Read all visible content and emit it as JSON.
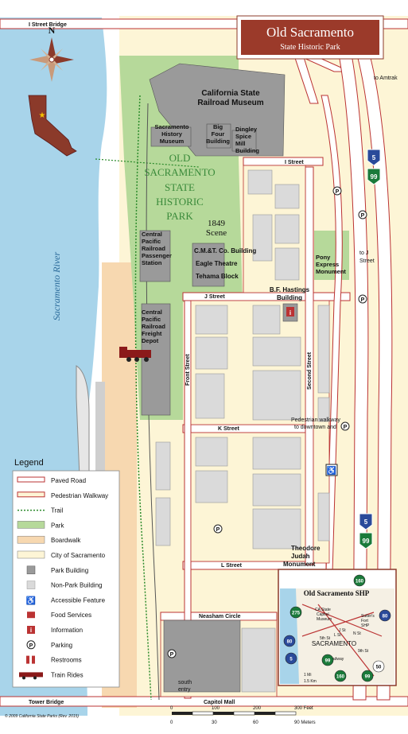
{
  "title": {
    "main": "Old Sacramento",
    "sub": "State Historic Park"
  },
  "compass": "N",
  "river": "Sacramento River",
  "park_name": [
    "OLD",
    "SACRAMENTO",
    "STATE",
    "HISTORIC",
    "PARK"
  ],
  "scene": [
    "1849",
    "Scene"
  ],
  "streets": {
    "i_street_bridge": "I Street Bridge",
    "i_street": "I Street",
    "j_street": "J Street",
    "k_street": "K Street",
    "l_street": "L Street",
    "neasham_circle": "Neasham Circle",
    "tower_bridge": "Tower Bridge",
    "capitol_mall": "Capitol Mall",
    "front_street": "Front Street",
    "second_street": "Second Street",
    "to_amtrak": "to Amtrak",
    "to_j_street": [
      "to J",
      "Street"
    ],
    "ped_walkway": [
      "Pedestrian walkway",
      "to downtown and"
    ],
    "south_entry": [
      "south",
      "entry"
    ]
  },
  "buildings": {
    "railroad_museum": [
      "California State",
      "Railroad Museum"
    ],
    "history_museum": [
      "Sacramento",
      "History",
      "Museum"
    ],
    "big_four": [
      "Big",
      "Four",
      "Building"
    ],
    "dingley": [
      "Dingley",
      "Spice",
      "Mill",
      "Building"
    ],
    "passenger_station": [
      "Central",
      "Pacific",
      "Railroad",
      "Passenger",
      "Station"
    ],
    "freight_depot": [
      "Central",
      "Pacific",
      "Railroad",
      "Freight",
      "Depot"
    ],
    "cmt": "C.M.&T. Co. Building",
    "eagle": "Eagle Theatre",
    "tehama": "Tehama Block",
    "hastings": [
      "B.F. Hastings",
      "Building"
    ],
    "pony_express": [
      "Pony",
      "Express",
      "Monument"
    ],
    "judah": [
      "Theodore",
      "Judah",
      "Monument"
    ]
  },
  "highways": [
    "5",
    "99",
    "5",
    "99"
  ],
  "legend": {
    "title": "Legend",
    "items": [
      {
        "icon": "paved-road",
        "label": "Paved Road"
      },
      {
        "icon": "pedestrian-walkway",
        "label": "Pedestrian Walkway"
      },
      {
        "icon": "trail",
        "label": "Trail"
      },
      {
        "icon": "park",
        "label": "Park"
      },
      {
        "icon": "boardwalk",
        "label": "Boardwalk"
      },
      {
        "icon": "city",
        "label": "City of Sacramento"
      },
      {
        "icon": "park-building",
        "label": "Park Building"
      },
      {
        "icon": "non-park-building",
        "label": "Non-Park Building"
      },
      {
        "icon": "accessible",
        "label": "Accessible Feature"
      },
      {
        "icon": "food",
        "label": "Food Services"
      },
      {
        "icon": "information",
        "label": "Information"
      },
      {
        "icon": "parking",
        "label": "Parking"
      },
      {
        "icon": "restrooms",
        "label": "Restrooms"
      },
      {
        "icon": "train",
        "label": "Train Rides"
      }
    ]
  },
  "inset": {
    "title": "Old Sacramento SHP",
    "city": "SACRAMENTO",
    "labels": [
      "CA State",
      "Capitol",
      "Museum",
      "Sutter's",
      "Fort",
      "SHP",
      "Broadway",
      "5th St",
      "L St",
      "J St",
      "N St",
      "9th St",
      "1 Mi",
      "1.5 Km"
    ],
    "shields": [
      "160",
      "275",
      "80",
      "80",
      "5",
      "50",
      "160",
      "99",
      "99"
    ]
  },
  "scale": {
    "feet": [
      "0",
      "100",
      "200",
      "300 Feet"
    ],
    "meters": [
      "0",
      "30",
      "60",
      "90 Meters"
    ]
  },
  "credit": "© 2009 California State Parks (Rev. 2015)"
}
